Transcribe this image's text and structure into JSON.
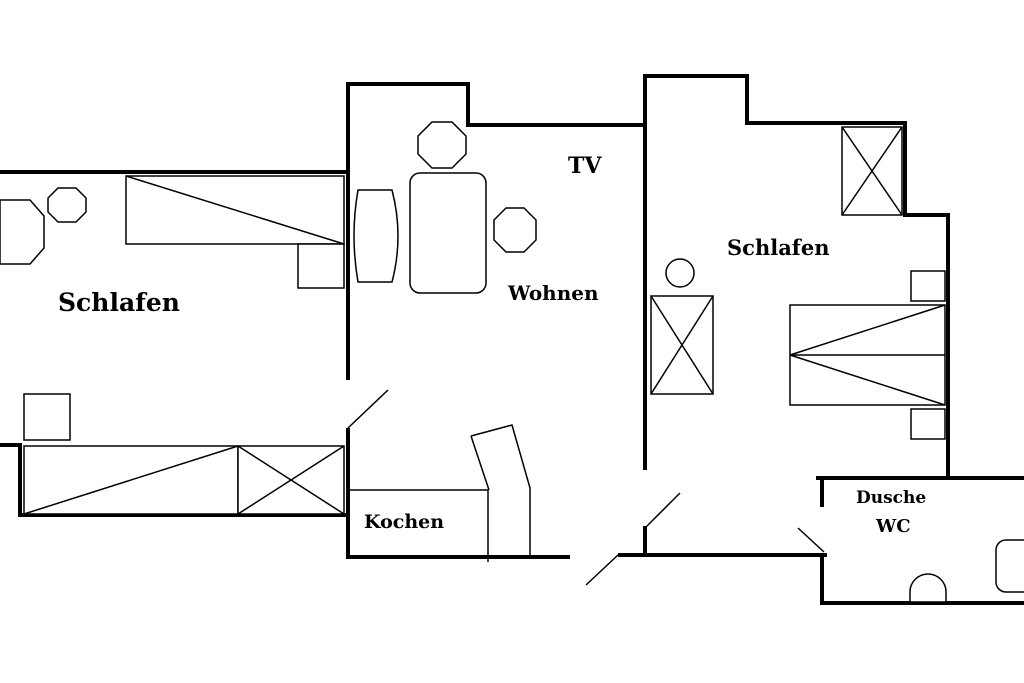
{
  "labels": {
    "room_left": "Schlafen",
    "room_living": "Wohnen",
    "tv": "TV",
    "room_right": "Schlafen",
    "kitchen": "Kochen",
    "bath_line1": "Dusche",
    "bath_line2": "WC"
  }
}
